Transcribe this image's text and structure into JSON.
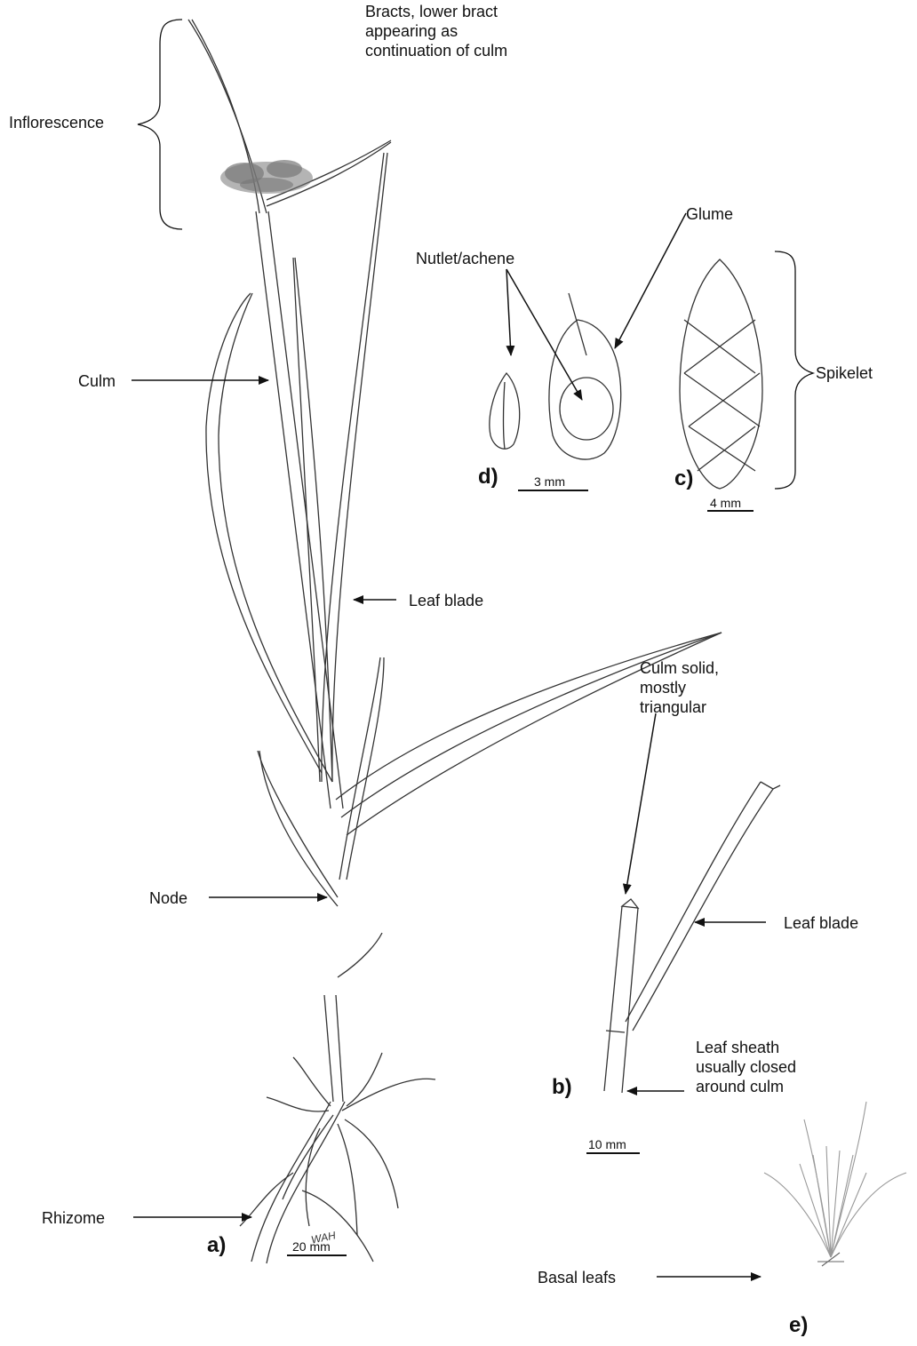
{
  "labels": {
    "inflorescence": "Inflorescence",
    "bracts": "Bracts, lower bract\nappearing as\ncontinuation of culm",
    "culm": "Culm",
    "leaf_blade_a": "Leaf blade",
    "node": "Node",
    "rhizome": "Rhizome",
    "glume": "Glume",
    "nutlet": "Nutlet/achene",
    "spikelet": "Spikelet",
    "culm_solid": "Culm solid,\nmostly\ntriangular",
    "leaf_blade_b": "Leaf blade",
    "leaf_sheath": "Leaf sheath\nusually closed\naround culm",
    "basal_leafs": "Basal leafs"
  },
  "panels": {
    "a": "a)",
    "b": "b)",
    "c": "c)",
    "d": "d)",
    "e": "e)"
  },
  "scales": {
    "a": "20 mm",
    "b": "10 mm",
    "c": "4 mm",
    "d": "3 mm"
  },
  "signature": "WAH"
}
